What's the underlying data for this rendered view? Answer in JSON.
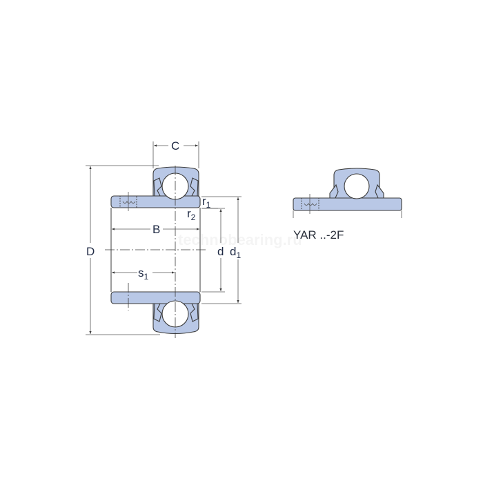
{
  "diagram": {
    "type": "technical-drawing",
    "subject": "insert bearing cross-section",
    "fill_color": "#b9c8e6",
    "line_color": "#3a3a3a",
    "labels": {
      "C": "C",
      "B": "B",
      "D": "D",
      "d": "d",
      "d1_main": "d",
      "d1_sub": "1",
      "s1_main": "s",
      "s1_sub": "1",
      "r1_main": "r",
      "r1_sub": "1",
      "r2_main": "r",
      "r2_sub": "2"
    },
    "secondary_caption": "YAR ..-2F",
    "watermark": "technobearing.ru"
  }
}
